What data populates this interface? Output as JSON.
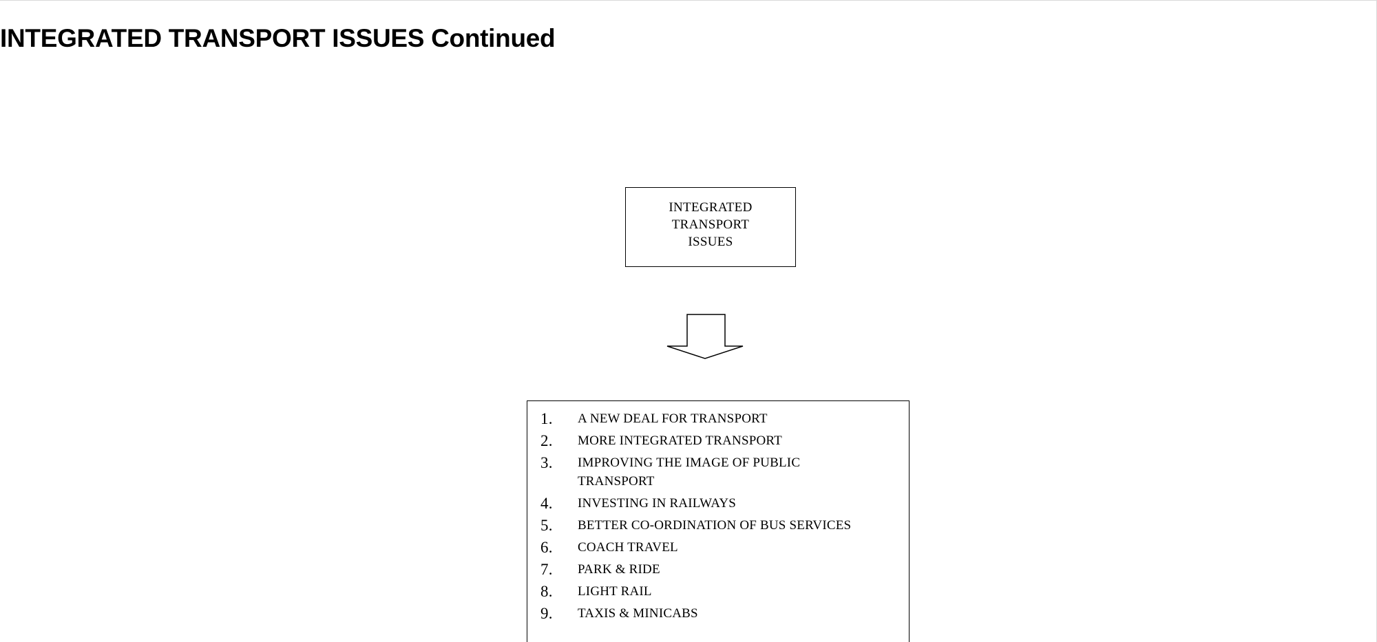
{
  "page": {
    "title": "INTEGRATED TRANSPORT ISSUES Continued"
  },
  "diagram": {
    "top_box": {
      "lines": [
        "INTEGRATED",
        "TRANSPORT",
        "ISSUES"
      ]
    },
    "arrow": {
      "icon": "down-arrow-icon",
      "direction": "down"
    },
    "issues": [
      {
        "number": "1.",
        "text": "A NEW DEAL FOR TRANSPORT"
      },
      {
        "number": "2.",
        "text": "MORE INTEGRATED TRANSPORT"
      },
      {
        "number": "3.",
        "text": "IMPROVING THE IMAGE OF PUBLIC TRANSPORT"
      },
      {
        "number": "4.",
        "text": "INVESTING IN RAILWAYS"
      },
      {
        "number": "5.",
        "text": "BETTER CO-ORDINATION OF BUS SERVICES"
      },
      {
        "number": "6.",
        "text": "COACH TRAVEL"
      },
      {
        "number": "7.",
        "text": "PARK & RIDE"
      },
      {
        "number": "8.",
        "text": "LIGHT RAIL"
      },
      {
        "number": "9.",
        "text": "TAXIS & MINICABS"
      }
    ]
  }
}
